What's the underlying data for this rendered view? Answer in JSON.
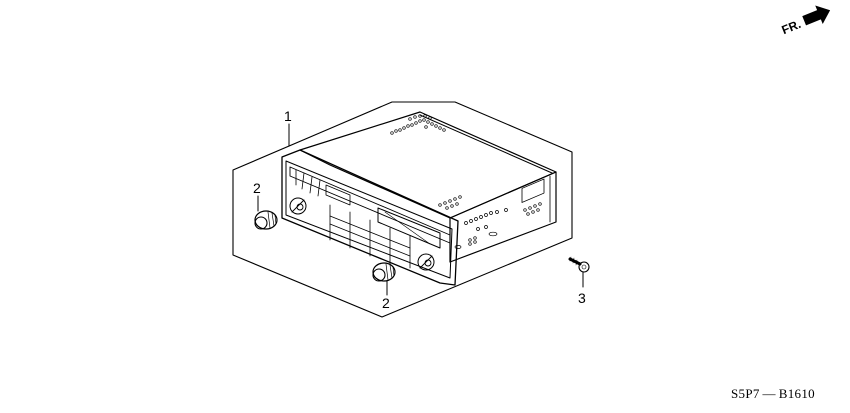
{
  "diagram": {
    "type": "exploded-parts-view",
    "subject": "Radio / audio head unit assembly",
    "orientation_indicator": {
      "label": "FR.",
      "icon": "arrow-right-up-icon"
    },
    "callouts": [
      {
        "id": "1",
        "label": "1",
        "part": "radio-unit-assembly"
      },
      {
        "id": "2a",
        "label": "2",
        "part": "knob"
      },
      {
        "id": "2b",
        "label": "2",
        "part": "knob"
      },
      {
        "id": "3",
        "label": "3",
        "part": "bolt"
      }
    ],
    "diagram_code": "S5P7 — B1610"
  }
}
